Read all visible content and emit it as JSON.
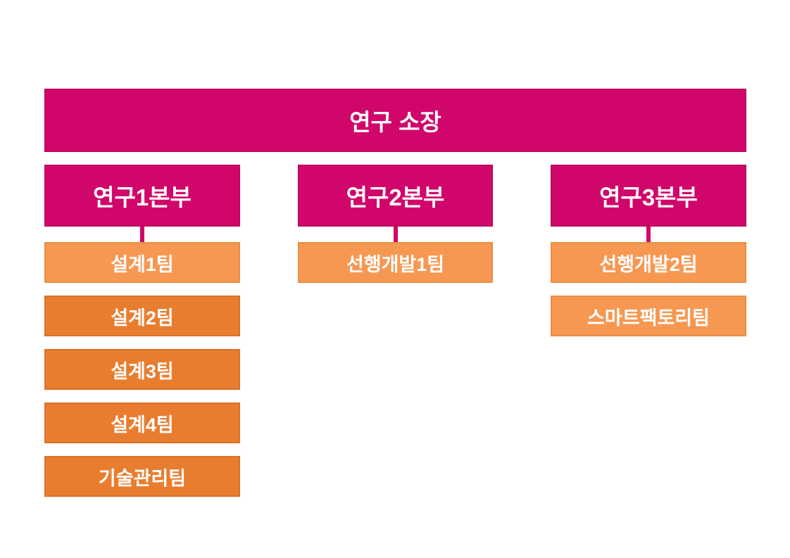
{
  "title": "연구 소장",
  "org": {
    "root": {
      "label": "연구 소장",
      "level": "director"
    },
    "divisions": [
      {
        "label": "연구1본부",
        "teams": [
          {
            "label": "설계1팀",
            "variant": "light"
          },
          {
            "label": "설계2팀",
            "variant": "dark"
          },
          {
            "label": "설계3팀",
            "variant": "dark"
          },
          {
            "label": "설계4팀",
            "variant": "dark"
          },
          {
            "label": "기술관리팀",
            "variant": "dark"
          }
        ]
      },
      {
        "label": "연구2본부",
        "teams": [
          {
            "label": "선행개발1팀",
            "variant": "light"
          }
        ]
      },
      {
        "label": "연구3본부",
        "teams": [
          {
            "label": "선행개발2팀",
            "variant": "light"
          },
          {
            "label": "스마트팩토리팀",
            "variant": "light"
          }
        ]
      }
    ]
  },
  "colors": {
    "magenta": "#D1066B",
    "magenta_border": "#C0045F",
    "orange_light": "#F79852",
    "orange_light_border": "#E78F40",
    "orange_dark": "#E97D2F",
    "orange_dark_border": "#DA7126",
    "text": "#FFFFFF",
    "background": "#FFFFFF"
  }
}
